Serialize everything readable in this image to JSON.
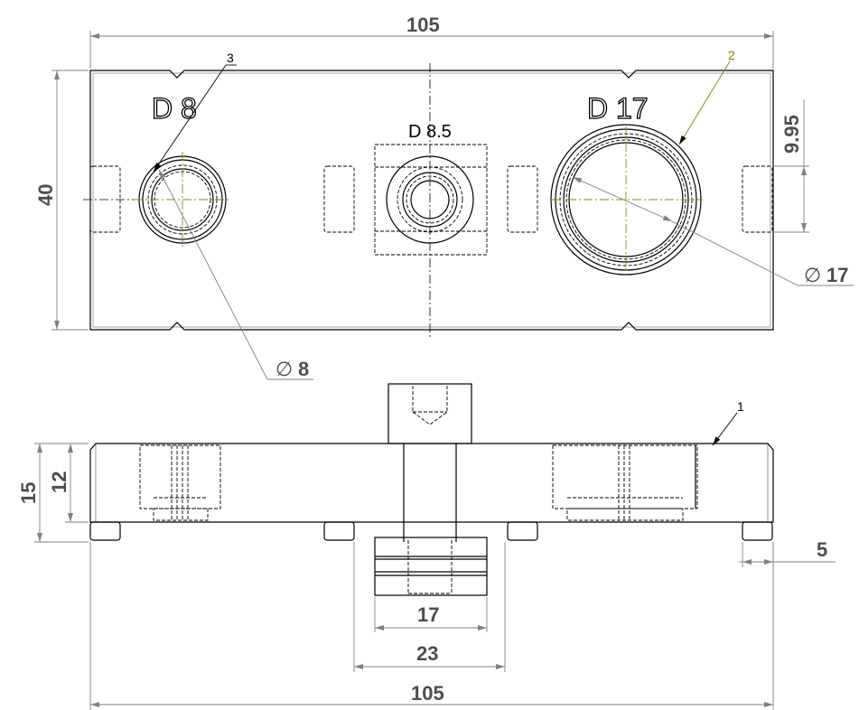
{
  "drawing": {
    "top_view": {
      "engravings": {
        "left": "D 8",
        "center": "D 8.5",
        "right": "D 17"
      },
      "dimensions": {
        "overall_width": "105",
        "height": "40",
        "offset_right": "9.95",
        "hole_small_diameter": "8",
        "hole_large_diameter": "17"
      },
      "balloons": {
        "left_hole": "3",
        "right_hole": "2"
      }
    },
    "front_view": {
      "dimensions": {
        "height_total": "15",
        "height_body": "12",
        "foot_width": "5",
        "nut_width": "17",
        "slot_width": "23",
        "overall_width": "105"
      },
      "balloons": {
        "plate": "1"
      }
    }
  },
  "colors": {
    "outline": "#000000",
    "dimension": "#808080",
    "dimension_text": "#4d4d4d",
    "centerline_accent": "#8a8a00"
  }
}
